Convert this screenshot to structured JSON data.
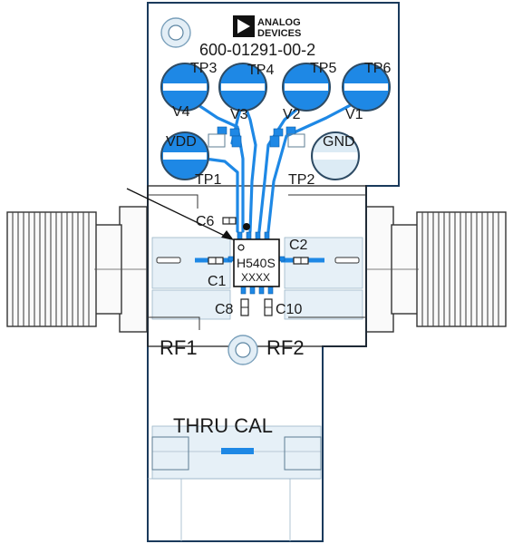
{
  "logo": {
    "line1": "ANALOG",
    "line2": "DEVICES"
  },
  "board_part_number": "600-01291-00-2",
  "chip": {
    "line1": "H540S",
    "line2": "XXXX"
  },
  "test_points": [
    {
      "tp": "TP3",
      "net": "V4"
    },
    {
      "tp": "TP4",
      "net": "V3"
    },
    {
      "tp": "TP5",
      "net": "V2"
    },
    {
      "tp": "TP6",
      "net": "V1"
    },
    {
      "tp": "TP1",
      "net": "VDD"
    },
    {
      "tp": "TP2",
      "net": "GND"
    }
  ],
  "components": [
    "C6",
    "C2",
    "C1",
    "C8",
    "C10"
  ],
  "ports": {
    "rf1": "RF1",
    "rf2": "RF2"
  },
  "cal": {
    "label": "THRU CAL"
  },
  "colors": {
    "board_outline": "#1a3a5c",
    "trace": "#1e88e5",
    "pad_light": "#dcebf5",
    "pad_border": "#8aaabf",
    "silkscreen": "#1a1a1a"
  }
}
